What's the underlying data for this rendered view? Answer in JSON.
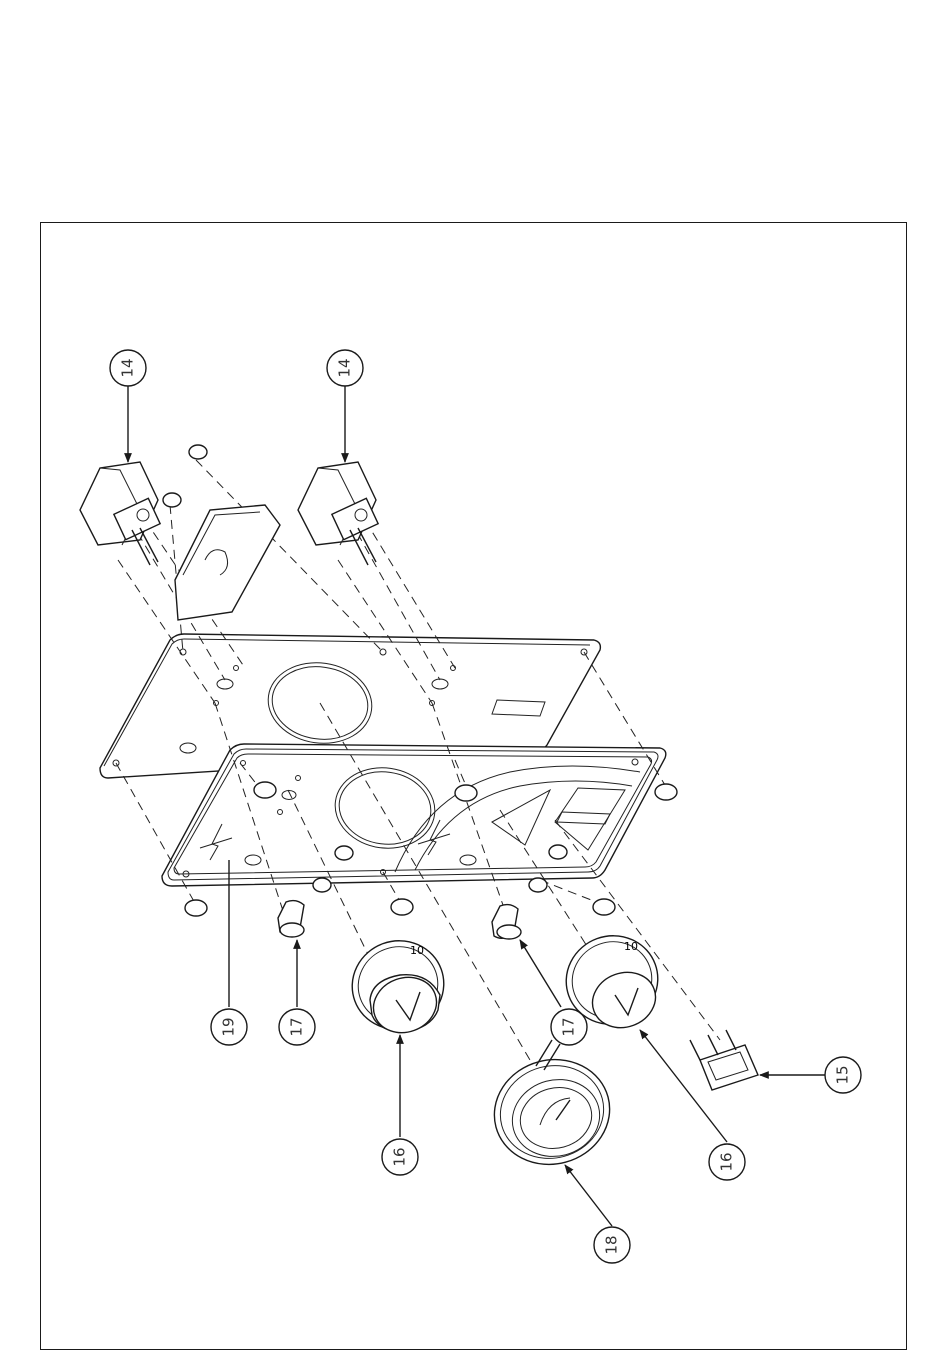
{
  "callouts": [
    {
      "id": "c14a",
      "label": "14"
    },
    {
      "id": "c14b",
      "label": "14"
    },
    {
      "id": "c15",
      "label": "15"
    },
    {
      "id": "c16a",
      "label": "16"
    },
    {
      "id": "c16b",
      "label": "16"
    },
    {
      "id": "c17a",
      "label": "17"
    },
    {
      "id": "c17b",
      "label": "17"
    },
    {
      "id": "c18",
      "label": "18"
    },
    {
      "id": "c19",
      "label": "19"
    }
  ],
  "dial_marks": {
    "left": "10",
    "right": "10"
  }
}
